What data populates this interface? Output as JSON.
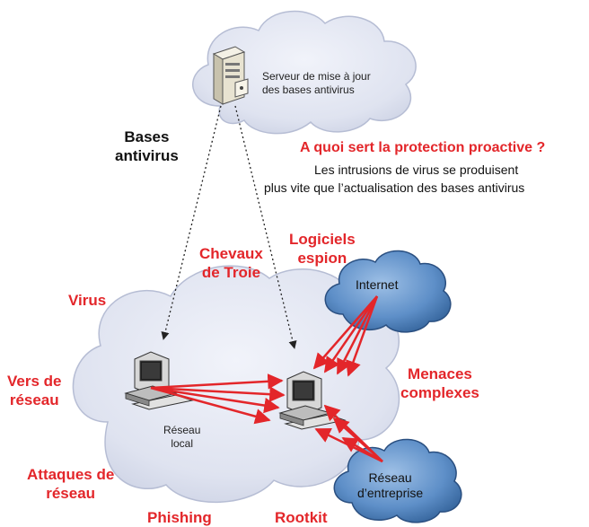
{
  "server": {
    "label_line1": "Serveur de mise à jour",
    "label_line2": "des bases antivirus",
    "icon": "server-icon"
  },
  "bases_antivirus": {
    "line1": "Bases",
    "line2": "antivirus"
  },
  "question": {
    "title": "A quoi sert la protection proactive ?",
    "line1": "Les intrusions de virus se produisent",
    "line2": "plus vite que l’actualisation des bases antivirus"
  },
  "clouds": {
    "internet": "Internet",
    "enterprise_line1": "Réseau",
    "enterprise_line2": "d’entreprise",
    "local_line1": "Réseau",
    "local_line2": "local"
  },
  "threats": {
    "chevaux_line1": "Chevaux",
    "chevaux_line2": "de Troie",
    "logiciels_line1": "Logiciels",
    "logiciels_line2": "espion",
    "virus": "Virus",
    "vers_line1": "Vers de",
    "vers_line2": "réseau",
    "menaces_line1": "Menaces",
    "menaces_line2": "complexes",
    "attaques_line1": "Attaques de",
    "attaques_line2": "réseau",
    "phishing": "Phishing",
    "rootkit": "Rootkit"
  },
  "colors": {
    "threat_red": "#e3262a",
    "cloud_fill": "#dfe3f0",
    "cloud_stroke": "#b6bdd4",
    "dark_cloud": "#4f7fb8",
    "arrow_red": "#e3262a"
  }
}
